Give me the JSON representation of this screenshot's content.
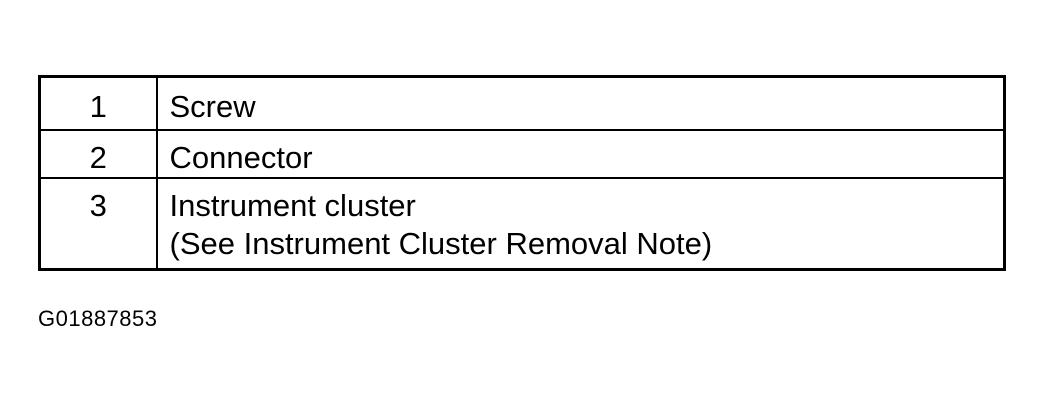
{
  "legend": {
    "rows": [
      {
        "number": "1",
        "lines": [
          "Screw"
        ]
      },
      {
        "number": "2",
        "lines": [
          "Connector"
        ]
      },
      {
        "number": "3",
        "lines": [
          "Instrument cluster",
          "(See Instrument Cluster Removal Note)"
        ]
      }
    ]
  },
  "figure_id": "G01887853"
}
